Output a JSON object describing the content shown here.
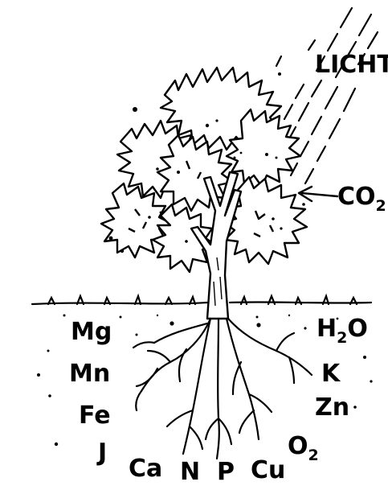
{
  "illustration": {
    "ink_color": "#000000",
    "background_color": "#ffffff"
  },
  "labels": {
    "light": "LICHT",
    "co2": {
      "base": "CO",
      "sub": "2"
    },
    "h2o": {
      "h": "H",
      "sub": "2",
      "o": "O"
    },
    "o2": {
      "base": "O",
      "sub": "2"
    },
    "left_elements": [
      "Mg",
      "Mn",
      "Fe",
      "J"
    ],
    "right_elements": [
      "K",
      "Zn"
    ],
    "bottom_elements": [
      "Ca",
      "N",
      "P",
      "Cu"
    ]
  }
}
